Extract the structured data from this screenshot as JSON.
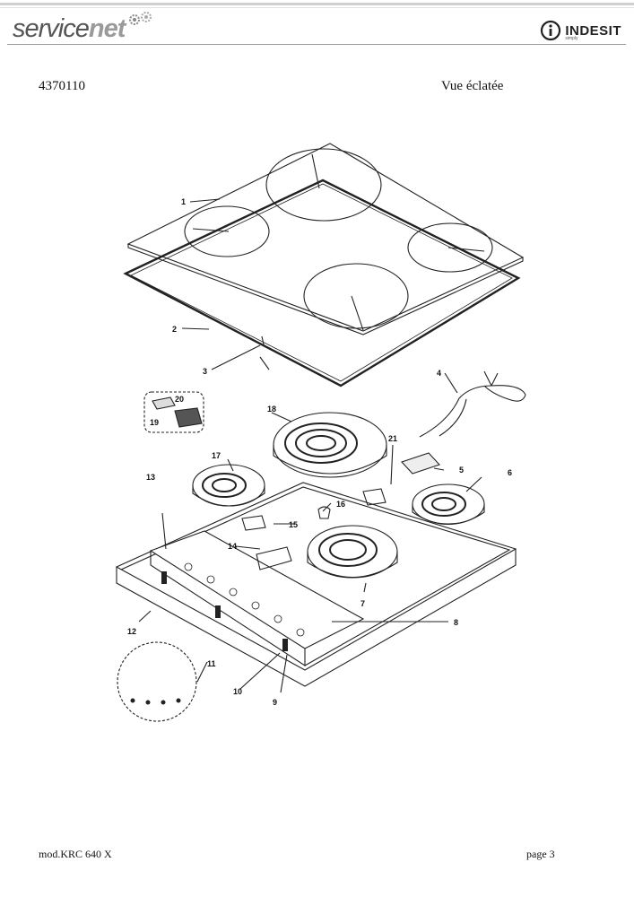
{
  "header": {
    "brand_left_main": "service",
    "brand_left_accent": "net",
    "brand_right": "INDESIT",
    "brand_right_tagline": "simply"
  },
  "document": {
    "code": "4370110",
    "title": "Vue éclatée"
  },
  "diagram": {
    "part_labels": [
      "1",
      "2",
      "3",
      "4",
      "5",
      "6",
      "7",
      "8",
      "9",
      "10",
      "11",
      "12",
      "13",
      "14",
      "15",
      "16",
      "17",
      "18",
      "19",
      "20",
      "21"
    ]
  },
  "footer": {
    "model": "mod.KRC 640 X",
    "page": "page 3"
  }
}
